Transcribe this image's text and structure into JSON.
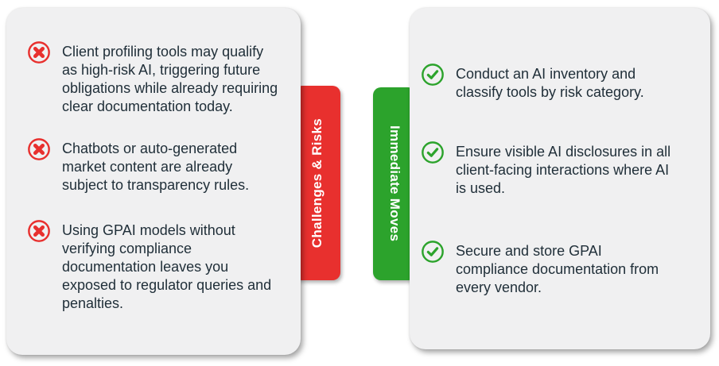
{
  "colors": {
    "red": "#e8302e",
    "green": "#2ca32c",
    "card_bg": "#f0f0f1",
    "text": "#1f2e38",
    "tab_text": "#ffffff"
  },
  "left_panel": {
    "tab_label": "Challenges & Risks",
    "icon": "x-circle-icon",
    "items": [
      {
        "text": "Client profiling tools may qualify\nas high-risk AI, triggering future\nobligations while already requiring\nclear documentation today."
      },
      {
        "text": "Chatbots or auto-generated\nmarket content are already\nsubject to transparency rules."
      },
      {
        "text": "Using GPAI models without\nverifying compliance\ndocumentation leaves you\nexposed to regulator queries and\npenalties."
      }
    ]
  },
  "right_panel": {
    "tab_label": "Immediate Moves",
    "icon": "check-circle-icon",
    "items": [
      {
        "text": "Conduct an AI inventory and\nclassify tools by risk category."
      },
      {
        "text": "Ensure visible AI disclosures in all\nclient-facing interactions where AI\nis used."
      },
      {
        "text": "Secure and store GPAI\ncompliance documentation from\nevery vendor."
      }
    ]
  }
}
